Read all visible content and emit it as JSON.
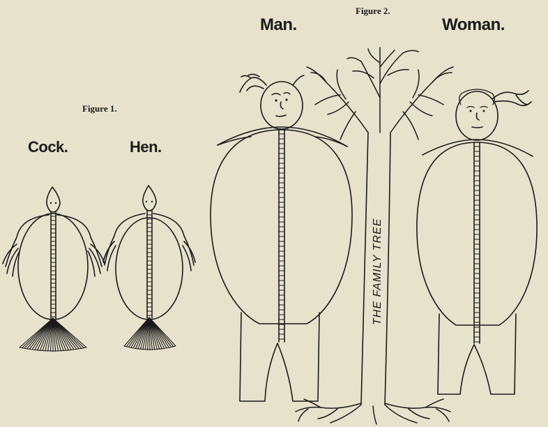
{
  "figure1": {
    "caption": "Figure 1.",
    "labels": [
      "Cock.",
      "Hen."
    ]
  },
  "figure2": {
    "caption": "Figure 2.",
    "labels": [
      "Man.",
      "Woman."
    ],
    "tree_text": "THE FAMILY TREE"
  },
  "colors": {
    "paper": "#e6e2cc",
    "ink": "#1a1a1a"
  }
}
